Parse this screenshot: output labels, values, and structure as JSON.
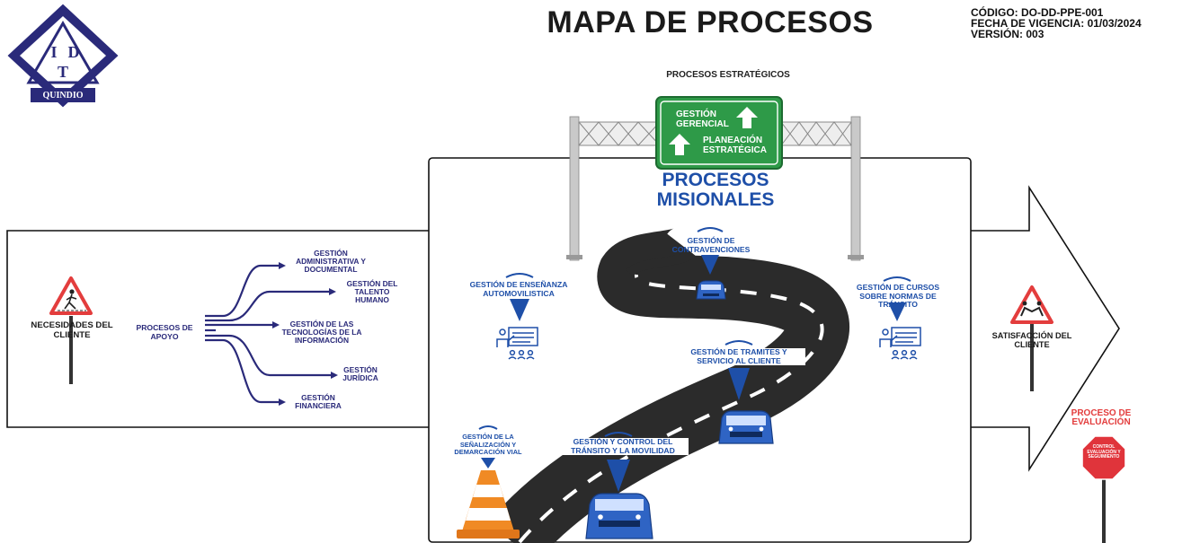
{
  "title": "MAPA DE PROCESOS",
  "document_info": {
    "codigo": "CÓDIGO: DO-DD-PPE-001",
    "fecha": "FECHA DE VIGENCIA: 01/03/2024",
    "version": "VERSIÓN: 003"
  },
  "logo": {
    "letters": [
      "I",
      "D",
      "T"
    ],
    "banner": "QUINDIO"
  },
  "strategic": {
    "title": "PROCESOS ESTRATÉGICOS",
    "items": [
      "GESTIÓN GERENCIAL",
      "PLANEACIÓN ESTRATÉGICA"
    ]
  },
  "mission": {
    "title_line1": "PROCESOS",
    "title_line2": "MISIONALES",
    "items": [
      "GESTIÓN DE CONTRAVENCIONES",
      "GESTIÓN DE ENSEÑANZA AUTOMOVILISTICA",
      "GESTIÓN DE CURSOS SOBRE NORMAS DE TRÁNSITO",
      "GESTIÓN DE TRAMITES Y SERVICIO AL CLIENTE",
      "GESTIÓN DE LA SEÑALIZACIÓN Y DEMARCACIÓN VIAL",
      "GESTIÓN Y CONTROL DEL TRÁNSITO Y LA MOVILIDAD"
    ]
  },
  "input": {
    "label": "NECESIDADES DEL CLIENTE"
  },
  "support": {
    "title": "PROCESOS DE APOYO",
    "items": [
      "GESTIÓN ADMINISTRATIVA Y DOCUMENTAL",
      "GESTIÓN DEL TALENTO HUMANO",
      "GESTIÓN DE LAS TECNOLOGÍAS DE LA INFORMACIÓN",
      "GESTIÓN JURÍDICA",
      "GESTIÓN FINANCIERA"
    ]
  },
  "output": {
    "label": "SATISFACCIÓN DEL CLIENTE"
  },
  "evaluation": {
    "title": "PROCESO DE EVALUACIÓN",
    "sign_text": "CONTROL EVALUACIÓN Y SEGUIMIENTO"
  },
  "colors": {
    "navy": "#2a2a7a",
    "blue": "#1e4fa8",
    "green": "#2e9a48",
    "red": "#e33d3d",
    "road": "#2b2b2b",
    "cone": "#f08a24"
  },
  "icons": [
    "pedestrian-sign-icon",
    "handshake-sign-icon",
    "stop-sign-icon",
    "teacher-icon",
    "car-icon",
    "traffic-cone-icon",
    "up-arrow-icon"
  ]
}
